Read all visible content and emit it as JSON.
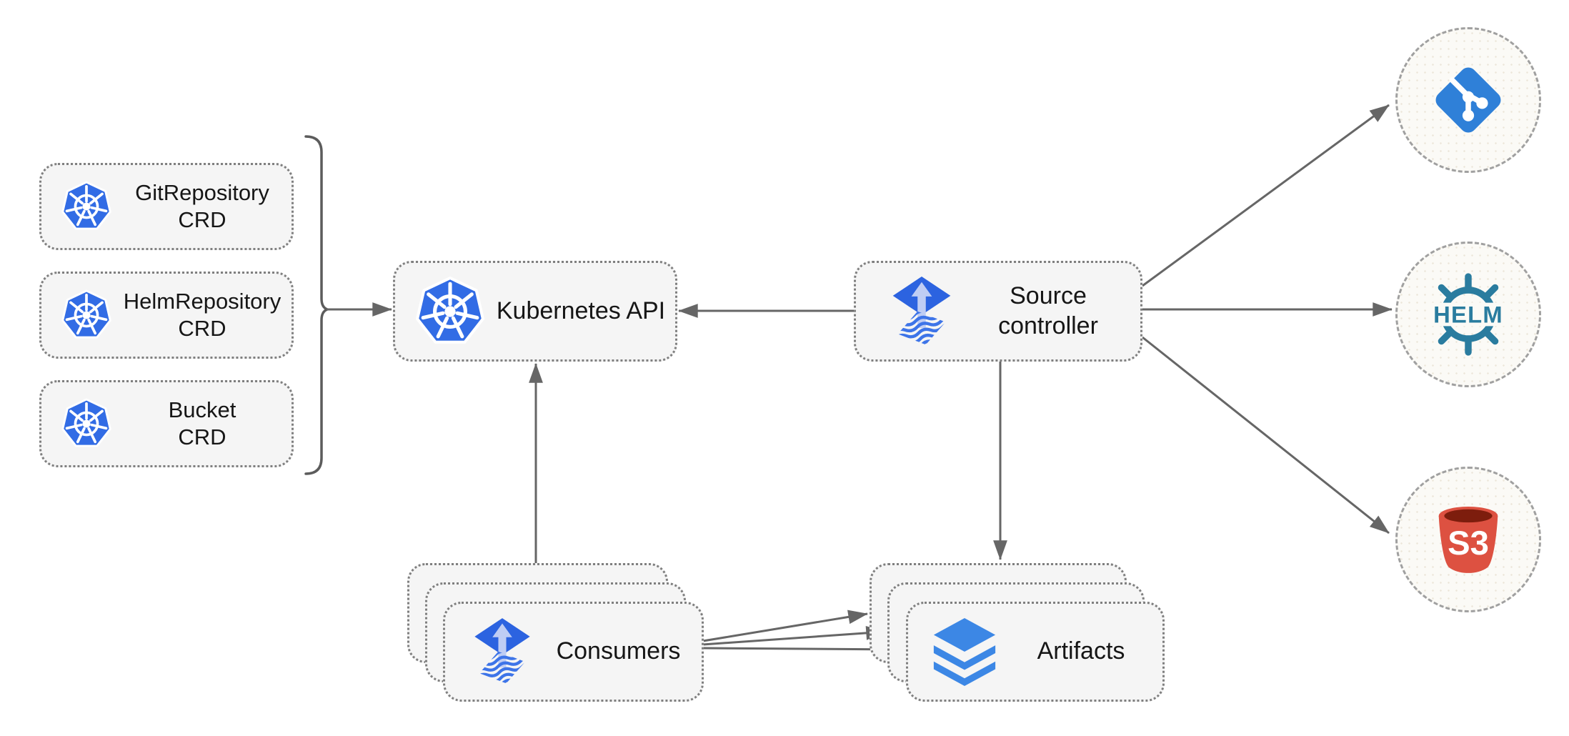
{
  "diagram": {
    "crd_nodes": [
      {
        "label": "GitRepository\nCRD"
      },
      {
        "label": "HelmRepository\nCRD"
      },
      {
        "label": "Bucket\nCRD"
      }
    ],
    "kubernetes_api": {
      "label": "Kubernetes API"
    },
    "source_controller": {
      "label": "Source\ncontroller"
    },
    "consumers": {
      "label": "Consumers"
    },
    "artifacts": {
      "label": "Artifacts"
    },
    "external_sources": [
      {
        "name": "git-repository",
        "icon": "git-icon"
      },
      {
        "name": "helm-repository",
        "icon": "helm-icon",
        "text": "HELM"
      },
      {
        "name": "s3-bucket",
        "icon": "s3-icon",
        "text": "S3"
      }
    ],
    "colors": {
      "kubernetes_blue": "#326CE5",
      "flux_blue": "#2C63E0",
      "flux_arrow_light": "#BFCDF4",
      "layers_blue": "#3C87E5",
      "git_blue": "#2F80D8",
      "helm_teal": "#2A7C9F",
      "s3_red": "#DD5141",
      "s3_dark": "#7D1D0D",
      "connector_gray": "#666666",
      "node_fill": "#F5F5F5"
    }
  }
}
